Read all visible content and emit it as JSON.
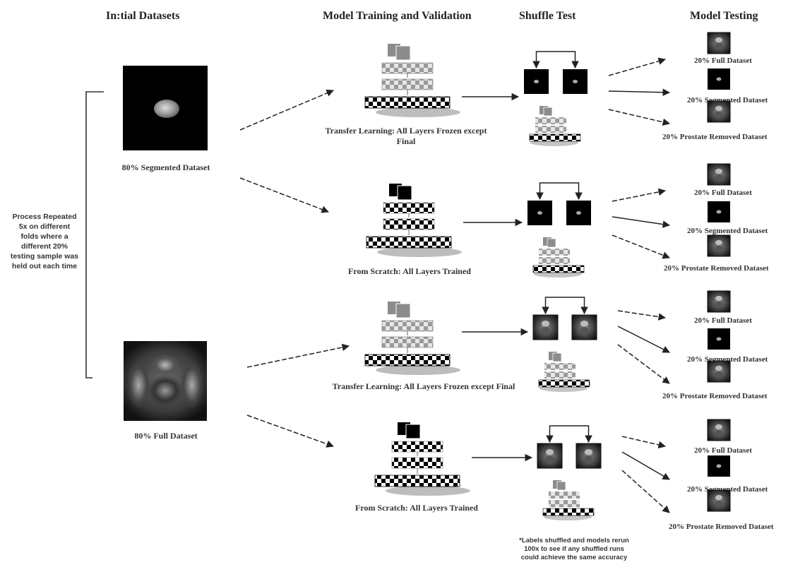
{
  "headers": {
    "initial": "In:tial Datasets",
    "training": "Model Training and Validation",
    "shuffle": "Shuffle Test",
    "testing": "Model Testing"
  },
  "initial_datasets": {
    "segmented_label": "80%  Segmented  Dataset",
    "full_label": "80% Full Dataset"
  },
  "side_note": "Process Repeated 5x on different folds where a different 20% testing sample was held out each time",
  "rows": [
    {
      "model_label": "Transfer Learning: All Layers Frozen except Final",
      "tests": [
        "20% Full Dataset",
        "20% Segmented  Dataset",
        "20% Prostate Removed Dataset"
      ]
    },
    {
      "model_label": "From Scratch: All Layers Trained",
      "tests": [
        "20% Full Dataset",
        "20% Segmented  Dataset",
        "20% Prostate Removed Dataset"
      ]
    },
    {
      "model_label": "Transfer Learning: All Layers Frozen except Final",
      "tests": [
        "20% Full Dataset",
        "20% Segmented  Dataset",
        "20% Prostate Removed Dataset"
      ]
    },
    {
      "model_label": "From Scratch: All Layers Trained",
      "tests": [
        "20% Full Dataset",
        "20% Segmented  Dataset",
        "20% Prostate Removed Dataset"
      ]
    }
  ],
  "footnote": "*Labels shuffled and models rerun 100x to see if any shuffled runs could achieve the same accuracy"
}
